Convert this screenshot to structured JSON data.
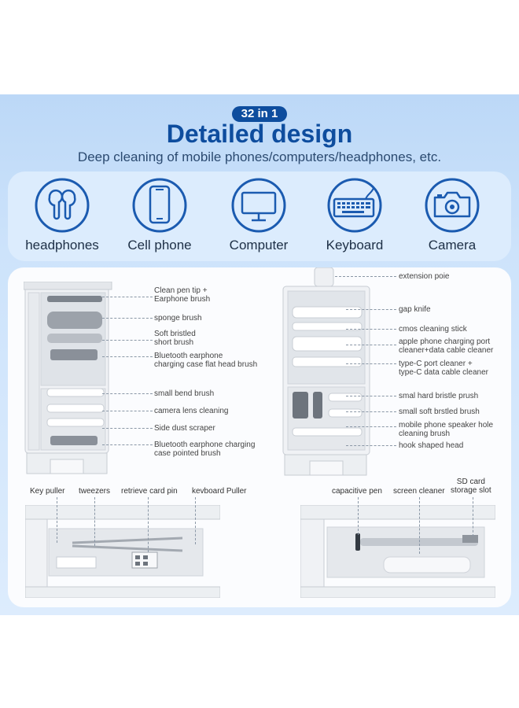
{
  "header": {
    "badge": "32 in 1",
    "title": "Detailed design",
    "subtitle": "Deep cleaning of mobile phones/computers/headphones, etc."
  },
  "categories": [
    {
      "label": "headphones",
      "icon": "earbuds-icon"
    },
    {
      "label": "Cell phone",
      "icon": "smartphone-icon"
    },
    {
      "label": "Computer",
      "icon": "monitor-icon"
    },
    {
      "label": "Keyboard",
      "icon": "keyboard-icon"
    },
    {
      "label": "Camera",
      "icon": "camera-icon"
    }
  ],
  "left_case_labels": [
    "Clean pen tip +\nEarphone brush",
    "sponge brush",
    "Soft bristled\nshort brush",
    "Bluetooth earphone\ncharging case flat head brush",
    "small bend brush",
    "camera lens cleaning",
    "Side dust scraper",
    "Bluetooth earphone charging\ncase pointed brush"
  ],
  "right_case_labels": [
    "extension poie",
    "gap knife",
    "cmos cleaning stick",
    "apple phone charging port\ncleaner+data cable cleaner",
    "type-C port cleaner +\ntype-C data cable cleaner",
    "smal hard bristle prush",
    "small soft brstled brush",
    "mobile phone speaker hole\ncleaning brush",
    "hook shaped head"
  ],
  "left_drawer_labels": [
    "Key puller",
    "tweezers",
    "retrieve card pin",
    "kevboard Puller"
  ],
  "right_drawer_labels": [
    "capacitive pen",
    "screen cleaner",
    "SD card\nstorage slot"
  ],
  "colors": {
    "brand_blue": "#0e4d9e",
    "panel_blue": "#cde3fb",
    "icon_blue": "#1b5bb0"
  }
}
